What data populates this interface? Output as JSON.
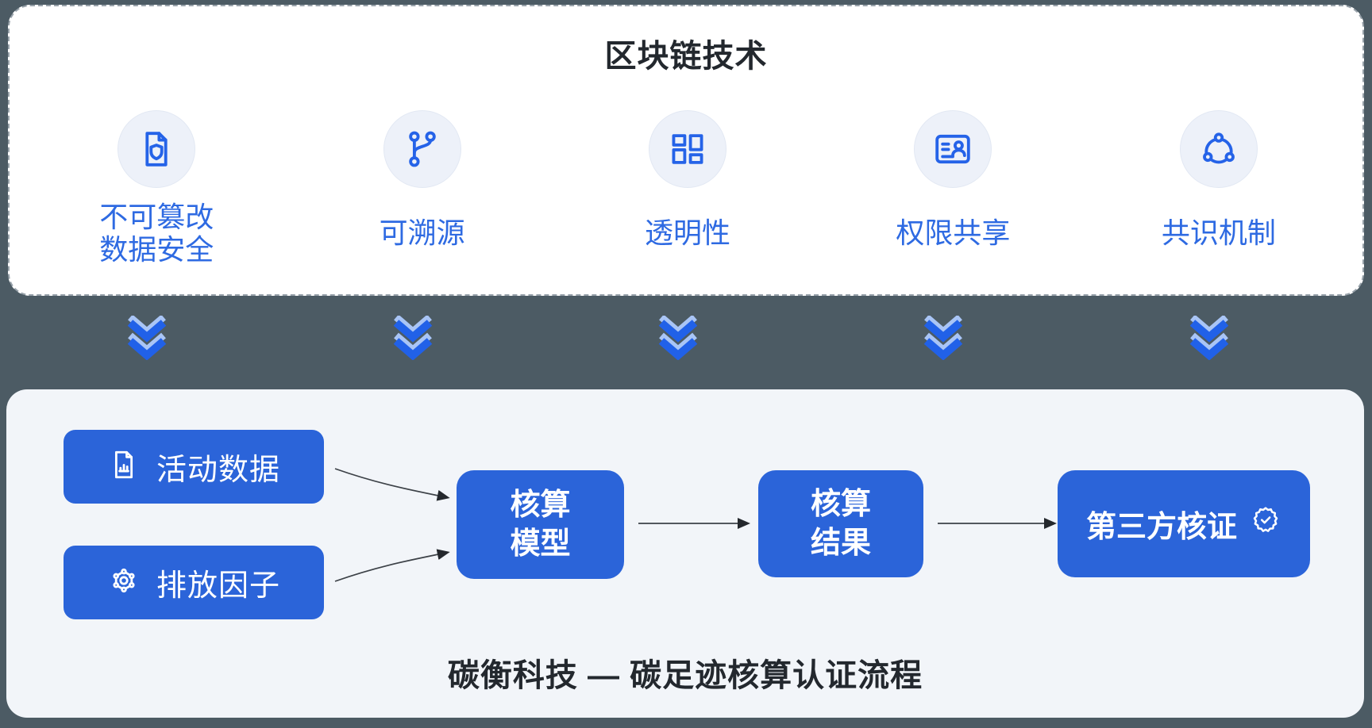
{
  "top_panel": {
    "title": "区块链技术",
    "features": [
      {
        "icon": "shield-document-icon",
        "label_lines": [
          "不可篡改",
          "数据安全"
        ]
      },
      {
        "icon": "git-branch-icon",
        "label_lines": [
          "可溯源"
        ]
      },
      {
        "icon": "layout-grid-icon",
        "label_lines": [
          "透明性"
        ]
      },
      {
        "icon": "id-card-icon",
        "label_lines": [
          "权限共享"
        ]
      },
      {
        "icon": "network-share-icon",
        "label_lines": [
          "共识机制"
        ]
      }
    ]
  },
  "flow_panel": {
    "inputs": [
      {
        "icon": "bar-chart-document-icon",
        "label": "活动数据"
      },
      {
        "icon": "molecule-gear-icon",
        "label": "排放因子"
      }
    ],
    "nodes": [
      {
        "label_lines": [
          "核算",
          "模型"
        ]
      },
      {
        "label_lines": [
          "核算",
          "结果"
        ]
      },
      {
        "label": "第三方核证",
        "icon": "certified-badge-icon"
      }
    ],
    "caption": "碳衡科技 — 碳足迹核算认证流程"
  },
  "colors": {
    "page_background": "#4c5b64",
    "panel_blue": "#2b64d9",
    "icon_blue": "#2563e8",
    "label_blue": "#2e6ae2",
    "chevron_blue": "#2161e8",
    "chevron_light_blue": "#a9c5f6",
    "bottom_panel_background": "#f2f5f9",
    "heading_color": "#23282e"
  }
}
